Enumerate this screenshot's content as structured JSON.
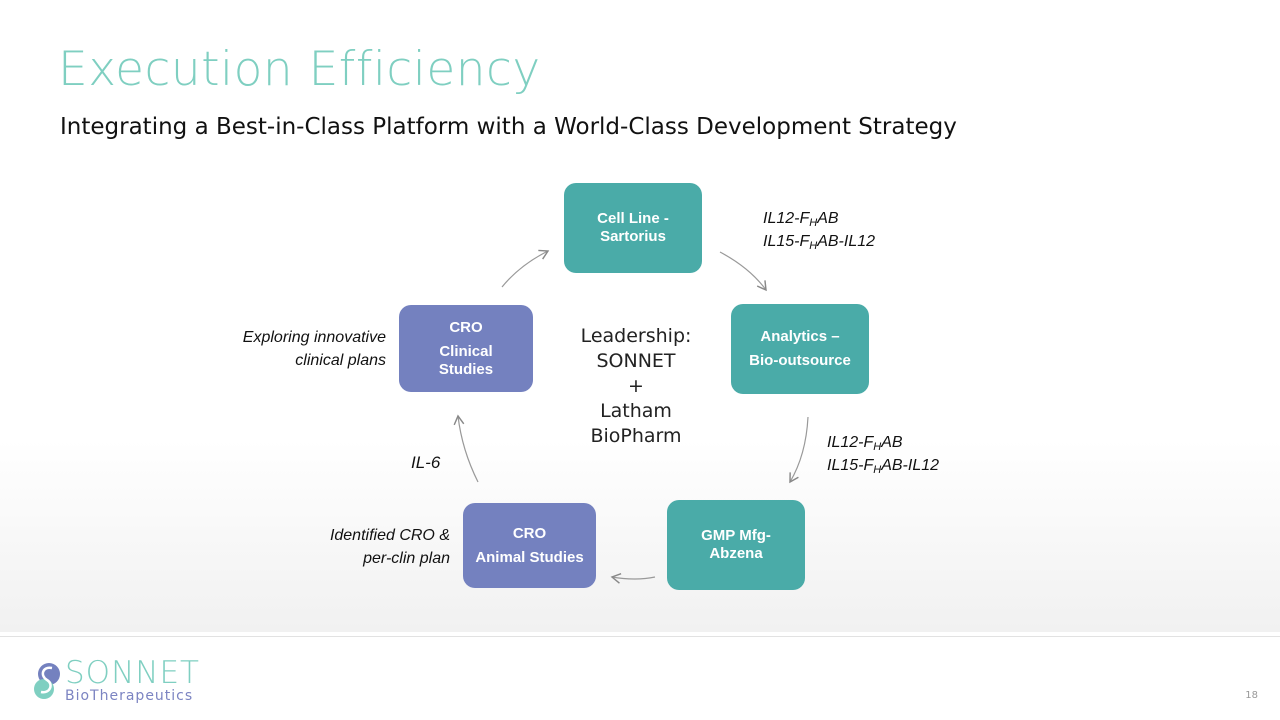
{
  "title": "Execution Efficiency",
  "subtitle": "Integrating a Best-in-Class Platform with a World-Class Development Strategy",
  "boxes": {
    "cell_line": [
      "Cell Line -",
      "Sartorius"
    ],
    "analytics": [
      "Analytics –",
      "Bio-outsource"
    ],
    "gmp": [
      "GMP Mfg-",
      "Abzena"
    ],
    "cro_animal": [
      "CRO",
      "Animal Studies"
    ],
    "cro_clinical": [
      "CRO",
      "Clinical",
      "Studies"
    ]
  },
  "center": [
    "Leadership:",
    "SONNET",
    "+",
    "Latham",
    "BioPharm"
  ],
  "notes": {
    "top_right": [
      {
        "a": "IL12-F",
        "sub": "H",
        "b": "AB"
      },
      {
        "a": "IL15-F",
        "sub": "H",
        "b": "AB-IL12"
      }
    ],
    "mid_right": [
      {
        "a": "IL12-F",
        "sub": "H",
        "b": "AB"
      },
      {
        "a": "IL15-F",
        "sub": "H",
        "b": "AB-IL12"
      }
    ],
    "il6": "IL-6",
    "animal": [
      "Identified CRO &",
      "per-clin plan"
    ],
    "clinical": [
      "Exploring innovative",
      "clinical plans"
    ]
  },
  "logo": {
    "name": "SONNET",
    "tagline": "BioTherapeutics"
  },
  "page_number": "18",
  "colors": {
    "teal": "#4aaba8",
    "purple": "#7481bf",
    "title": "#7fcfc1"
  }
}
